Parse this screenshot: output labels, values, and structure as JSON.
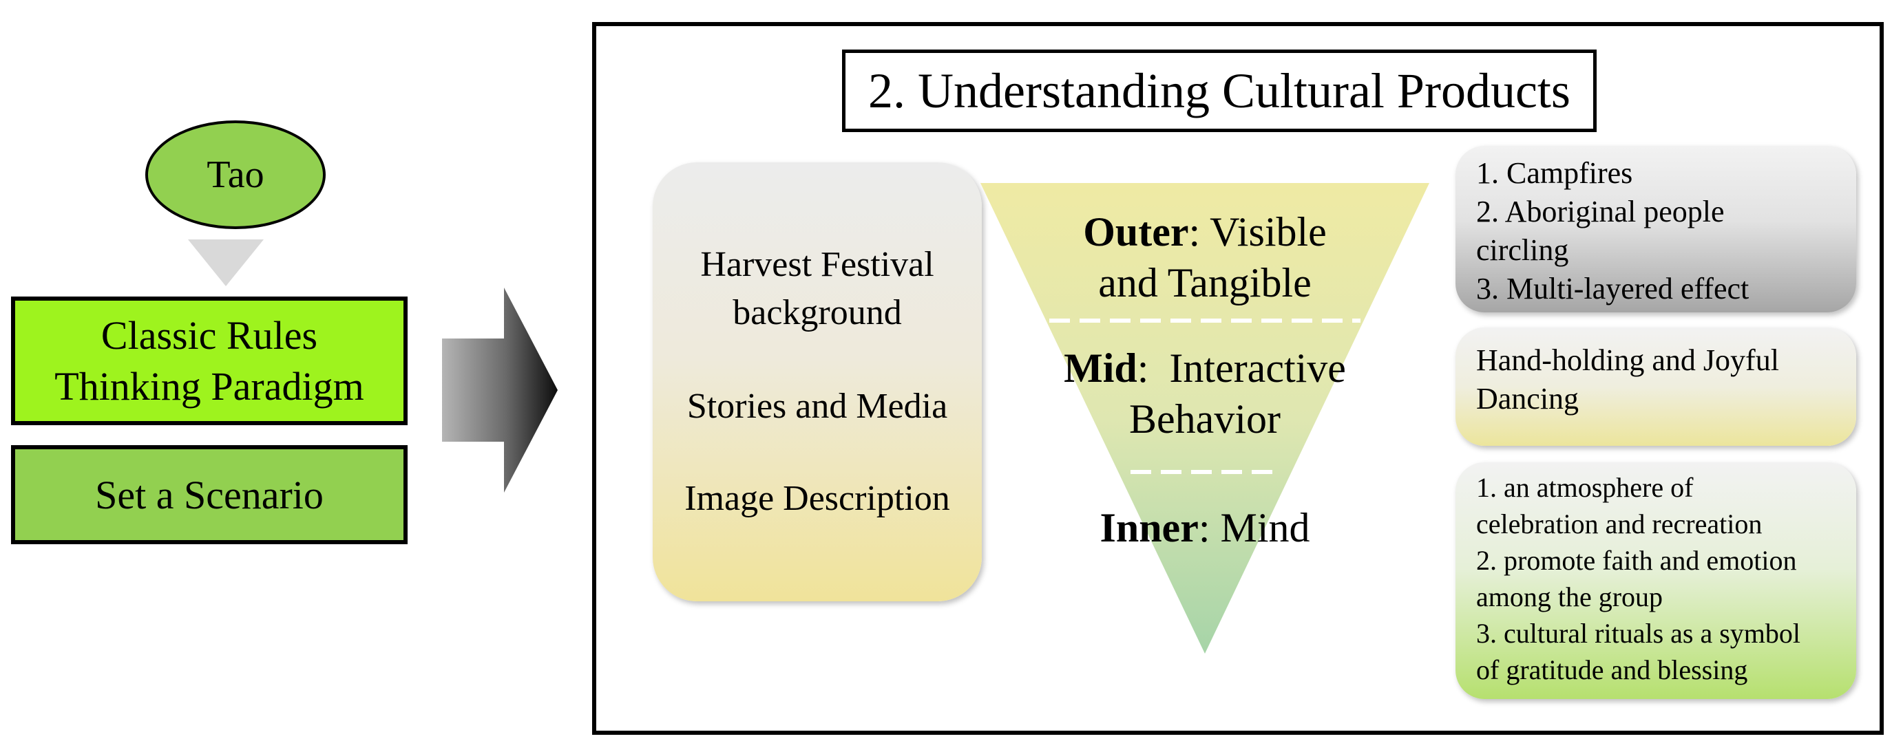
{
  "left_panel": {
    "tao": "Tao",
    "classic_line1": "Classic Rules",
    "classic_line2": "Thinking Paradigm",
    "scenario": "Set a Scenario"
  },
  "main": {
    "title": "2. Understanding Cultural Products",
    "products": [
      "Harvest Festival",
      "background",
      "Stories and Media",
      "Image Description"
    ],
    "layers": {
      "outer_bold": "Outer",
      "outer_text": ": Visible",
      "outer_line2": "and Tangible",
      "mid_bold": "Mid",
      "mid_text": ":  Interactive",
      "mid_line2": "Behavior",
      "inner_bold": "Inner",
      "inner_text": ": Mind"
    },
    "outer_details": [
      "1. Campfires",
      "2. Aboriginal people",
      "circling",
      "3. Multi-layered effect"
    ],
    "mid_details": [
      "Hand-holding and Joyful",
      "Dancing"
    ],
    "inner_details": [
      "1. an atmosphere of",
      "celebration and recreation",
      "2. promote faith and emotion",
      "among the group",
      "3. cultural rituals as a symbol",
      "of gratitude and blessing"
    ]
  },
  "colors": {
    "tao_fill": "#92d050",
    "classic_fill": "#9ef31e",
    "scenario_fill": "#92d050",
    "triangle_top": "#efeaa4",
    "triangle_bottom": "#a6d4a8"
  }
}
